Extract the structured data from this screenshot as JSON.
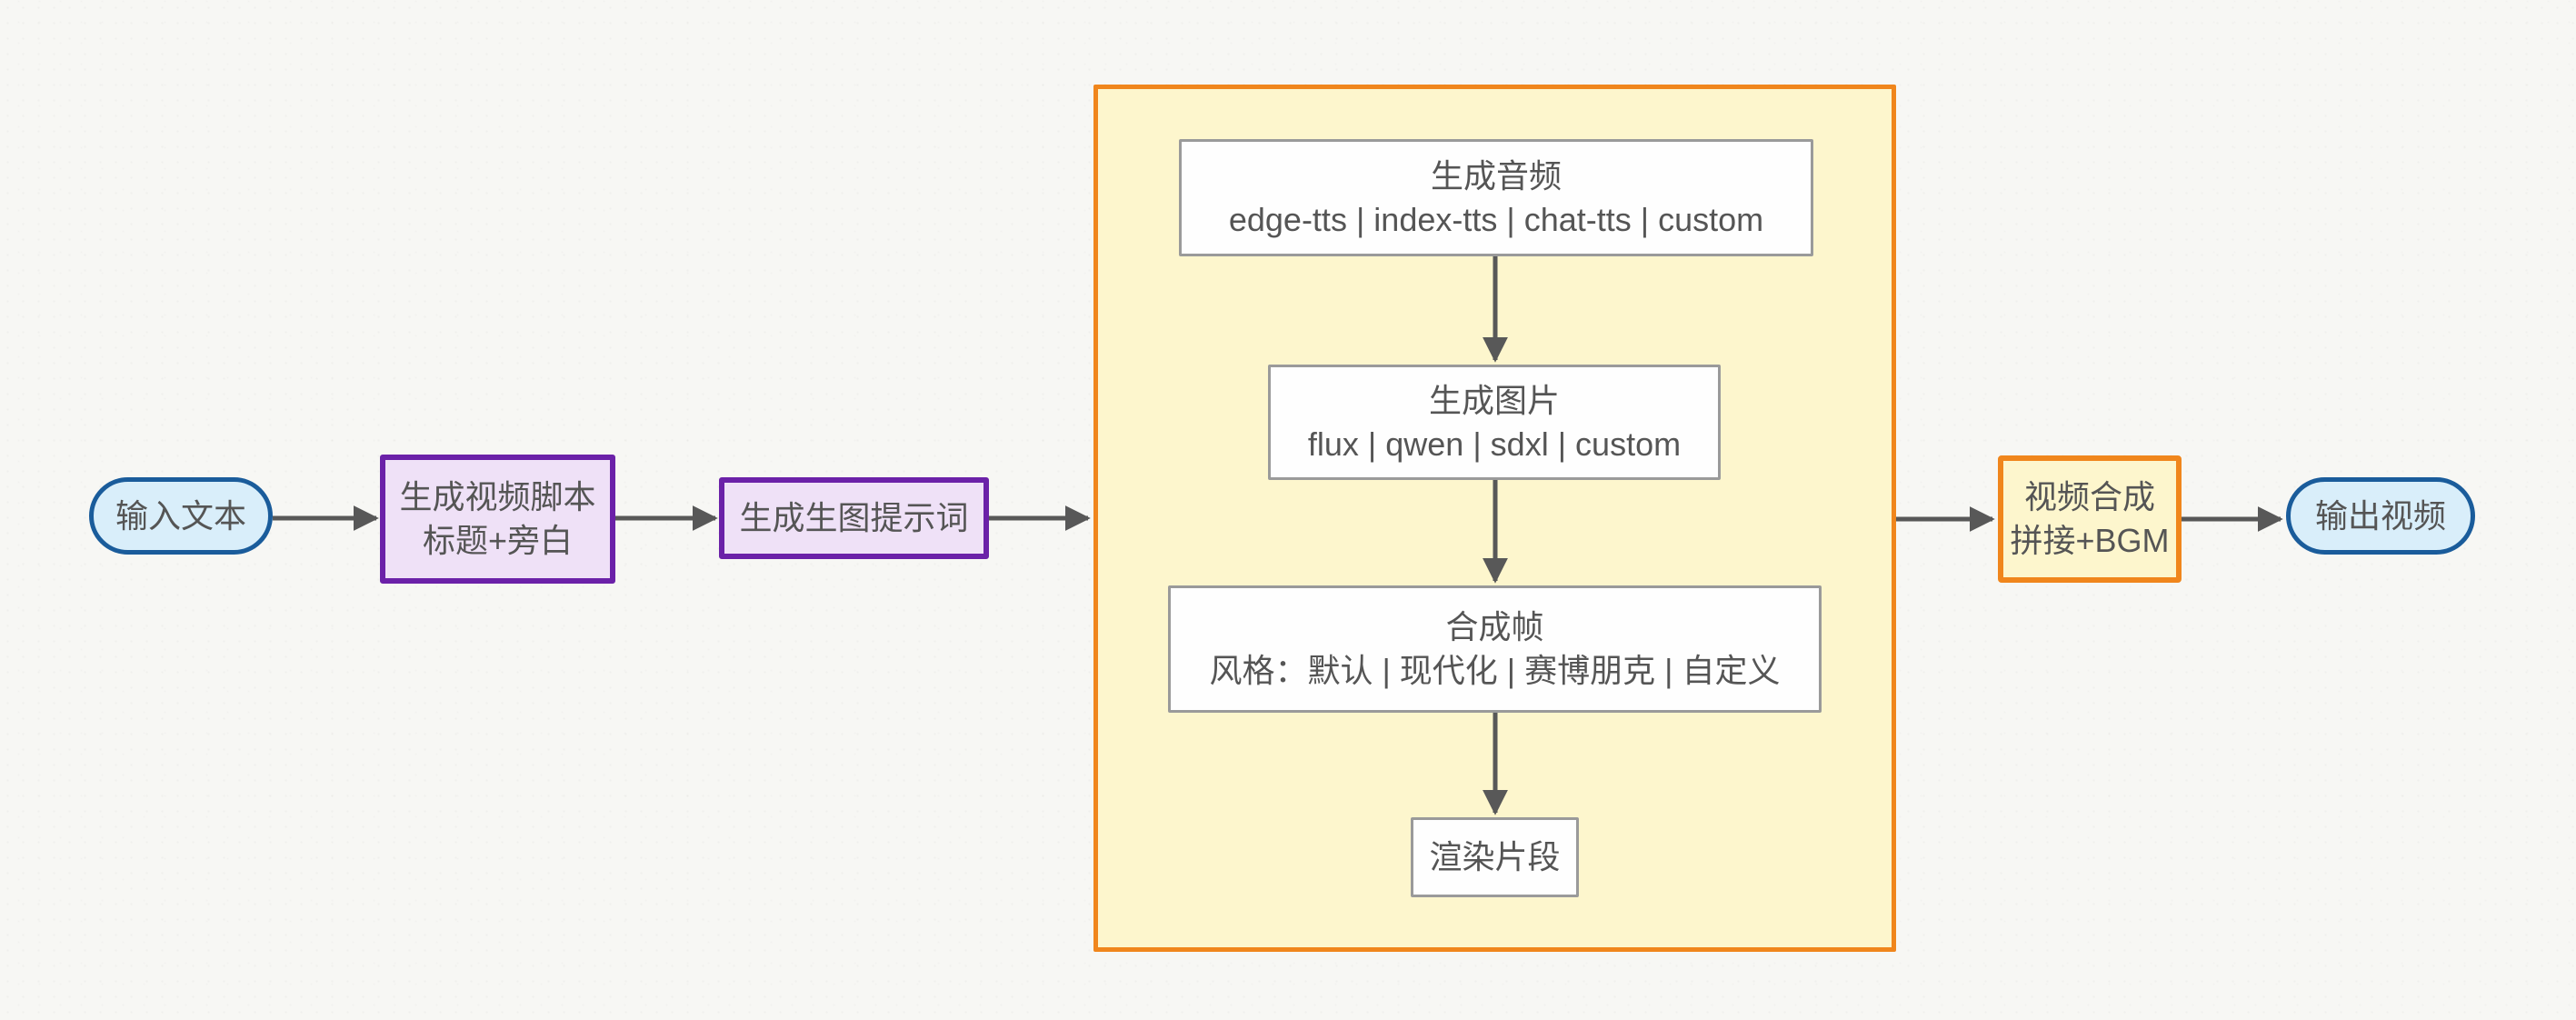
{
  "diagram": {
    "type": "flowchart",
    "direction": "left-to-right",
    "nodes": {
      "input": {
        "shape": "pill",
        "label": "输入文本"
      },
      "script": {
        "shape": "process",
        "title": "生成视频脚本",
        "subtitle": "标题+旁白"
      },
      "prompt": {
        "shape": "process",
        "label": "生成生图提示词"
      },
      "group": {
        "shape": "container",
        "label": ""
      },
      "audio": {
        "shape": "step",
        "title": "生成音频",
        "subtitle": "edge-tts | index-tts | chat-tts | custom"
      },
      "image": {
        "shape": "step",
        "title": "生成图片",
        "subtitle": "flux | qwen | sdxl | custom"
      },
      "frame": {
        "shape": "step",
        "title": "合成帧",
        "subtitle": "风格：默认 | 现代化 | 赛博朋克 | 自定义"
      },
      "render": {
        "shape": "step",
        "label": "渲染片段"
      },
      "compose": {
        "shape": "process-orange",
        "title": "视频合成",
        "subtitle": "拼接+BGM"
      },
      "output": {
        "shape": "pill",
        "label": "输出视频"
      }
    },
    "edges": [
      {
        "from": "input",
        "to": "script"
      },
      {
        "from": "script",
        "to": "prompt"
      },
      {
        "from": "prompt",
        "to": "group"
      },
      {
        "from": "audio",
        "to": "image"
      },
      {
        "from": "image",
        "to": "frame"
      },
      {
        "from": "frame",
        "to": "render"
      },
      {
        "from": "group",
        "to": "compose"
      },
      {
        "from": "compose",
        "to": "output"
      }
    ]
  },
  "colors": {
    "terminal-border": "#1a5c9b",
    "terminal-fill": "#d9eefa",
    "process-border": "#6b21a8",
    "process-fill": "#efe1f7",
    "group-border": "#f0861c",
    "group-fill": "#fdf6cd",
    "step-border": "#9a9a9a",
    "step-fill": "#fefefe",
    "arrow": "#585858",
    "text": "#555555",
    "background": "#f7f7f4"
  }
}
